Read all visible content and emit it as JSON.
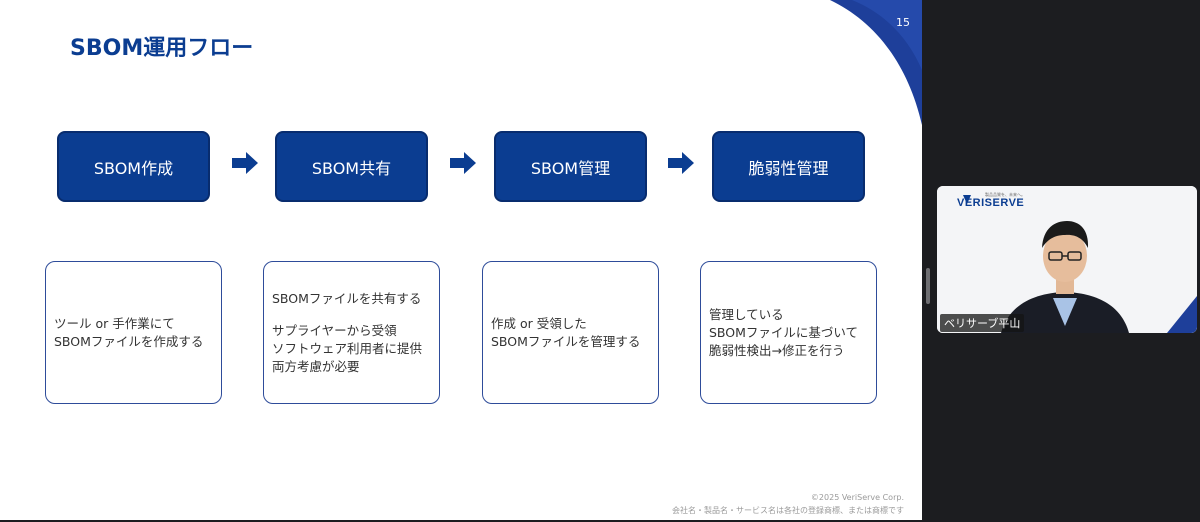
{
  "slide": {
    "title": "SBOM運用フロー",
    "page_number": "15",
    "footer_copyright": "©2025 VeriServe Corp.",
    "footer_trademark": "会社名・製品名・サービス名は各社の登録商標、または商標です",
    "accent_color": "#0b3d91",
    "steps": [
      {
        "label": "SBOM作成"
      },
      {
        "label": "SBOM共有"
      },
      {
        "label": "SBOM管理"
      },
      {
        "label": "脆弱性管理"
      }
    ],
    "descriptions": [
      {
        "lines": [
          "ツール or 手作業にて",
          "SBOMファイルを作成する"
        ]
      },
      {
        "lines": [
          "SBOMファイルを共有する",
          "",
          "サプライヤーから受領",
          "ソフトウェア利用者に提供",
          "両方考慮が必要"
        ]
      },
      {
        "lines": [
          "作成 or 受領した",
          "SBOMファイルを管理する"
        ]
      },
      {
        "lines": [
          "管理している",
          "SBOMファイルに基づいて",
          "脆弱性検出→修正を行う"
        ]
      }
    ]
  },
  "video": {
    "participant_name": "ベリサーブ平山",
    "logo_text": "VERISERVE",
    "logo_tagline": "製品品質を、未来へ。"
  }
}
